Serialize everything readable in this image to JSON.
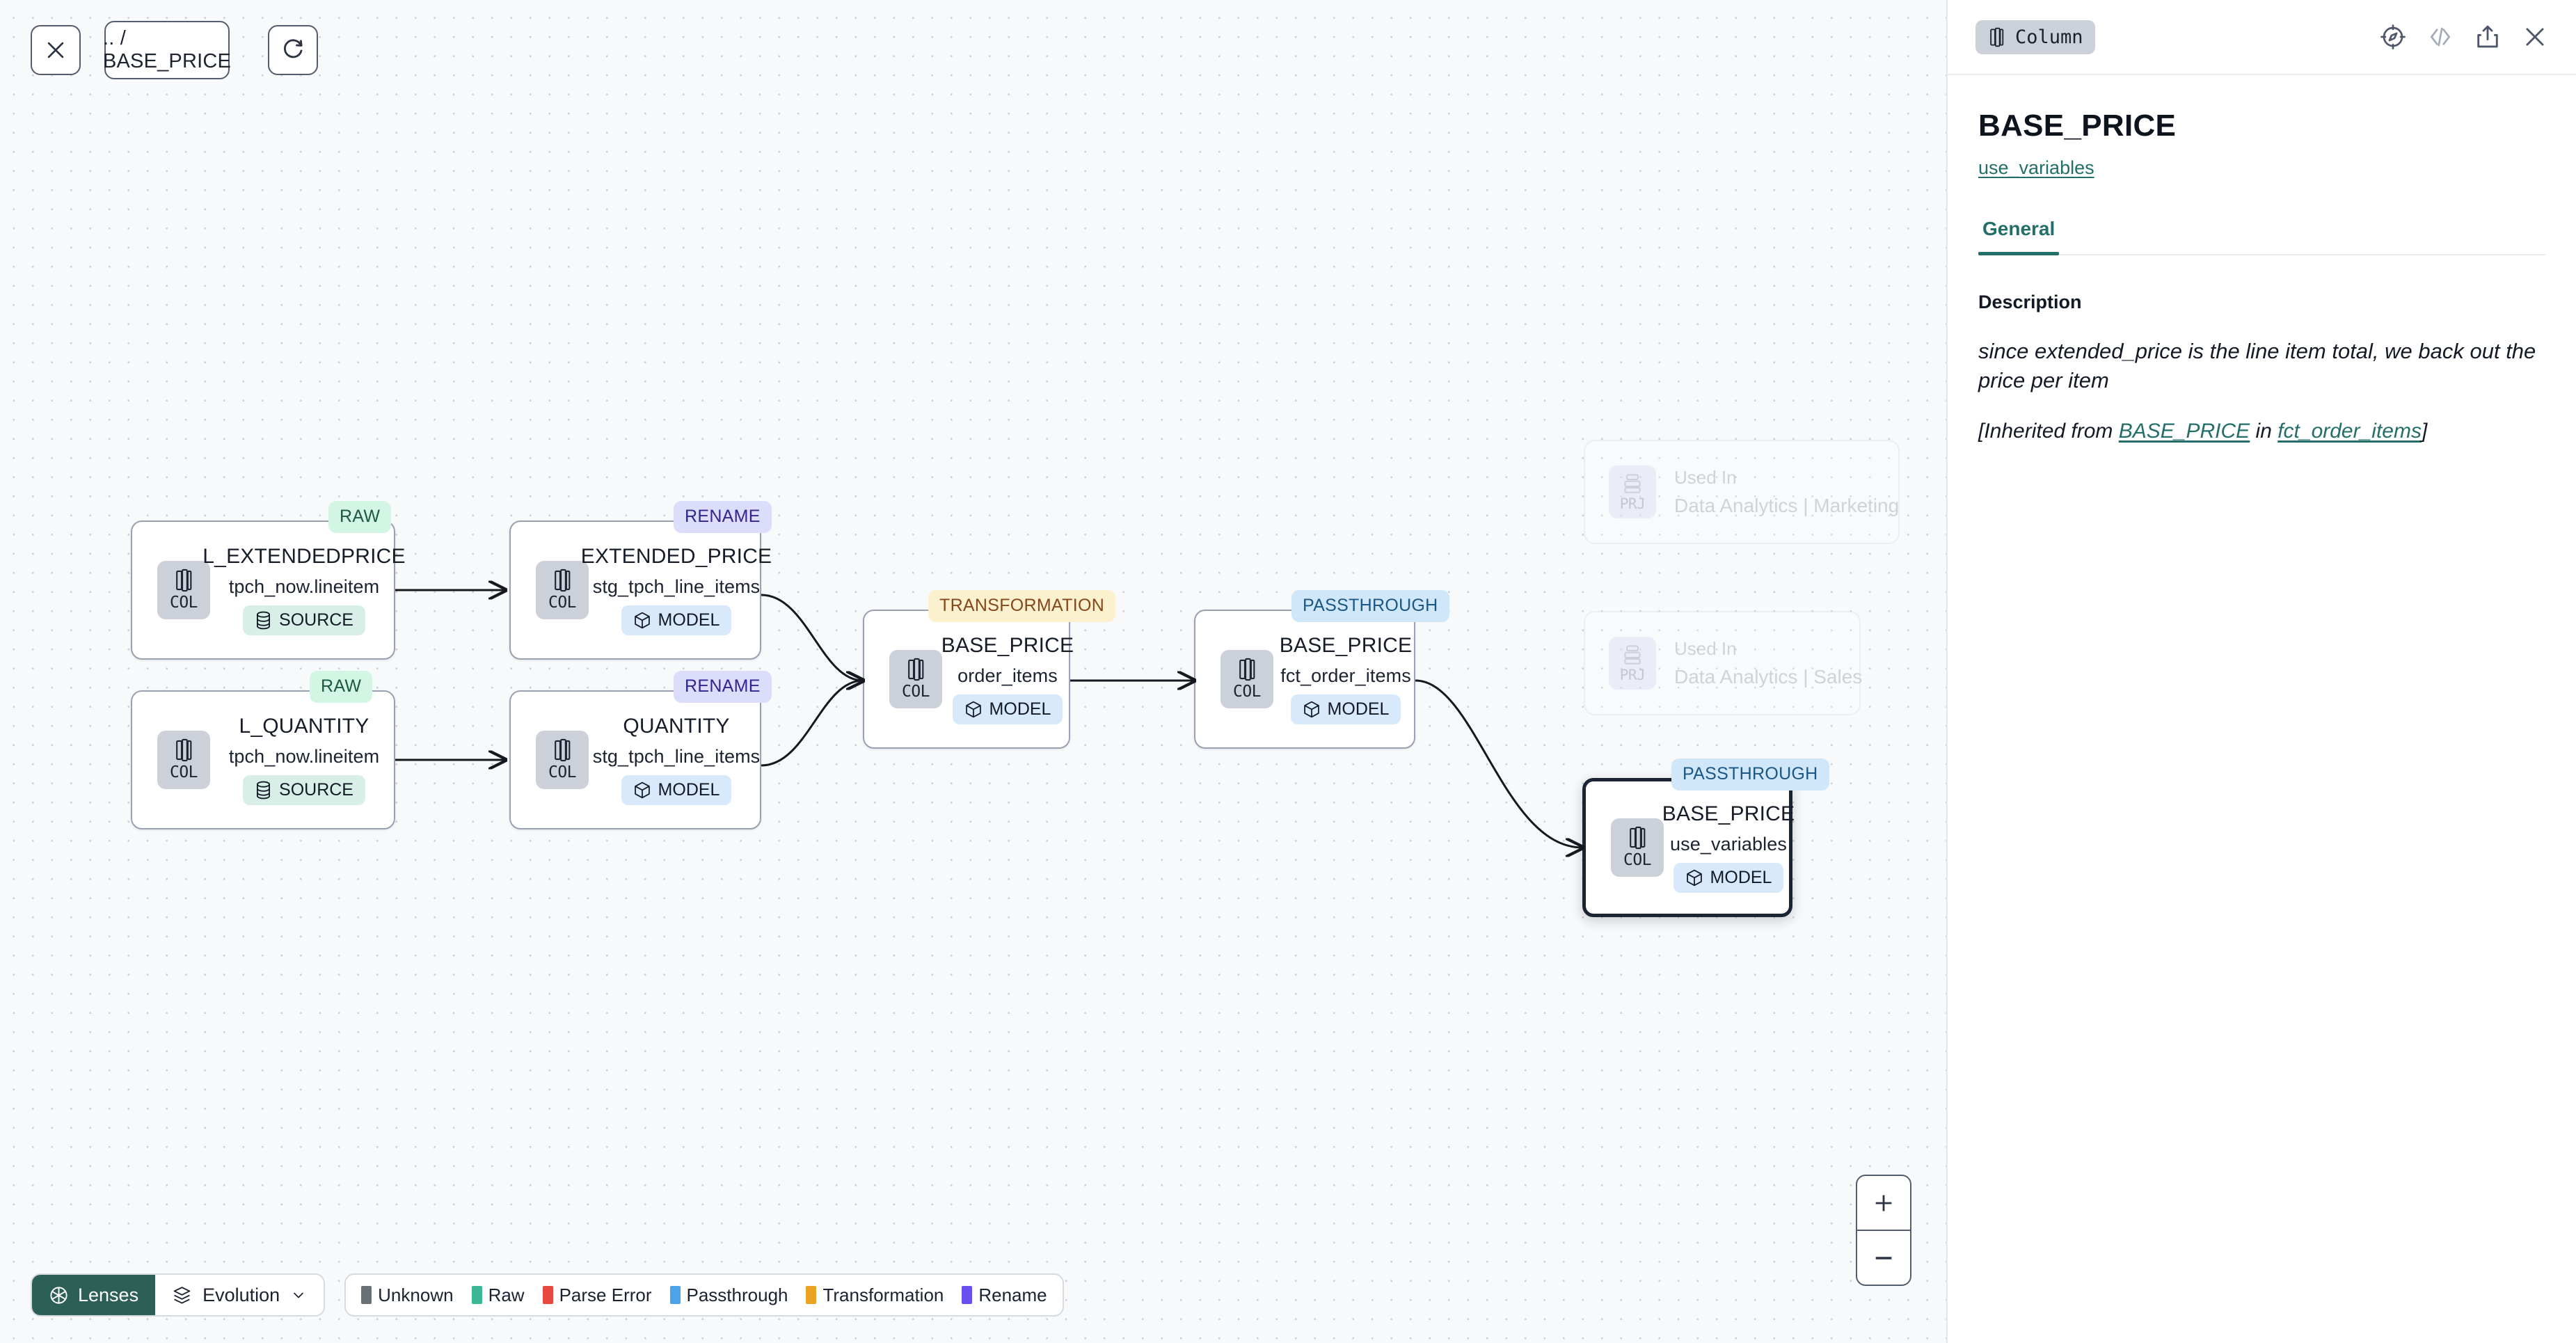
{
  "toolbar": {
    "close_icon": "close-icon",
    "breadcrumb": ".. / BASE_PRICE",
    "refresh_icon": "refresh-icon"
  },
  "canvas": {
    "nodes": [
      {
        "id": "l_extendedprice",
        "title": "L_EXTENDEDPRICE",
        "subtitle": "tpch_now.lineitem",
        "chip": "COL",
        "kind": "SOURCE",
        "kind_icon": "database-icon",
        "type_tag": "RAW",
        "selected": false
      },
      {
        "id": "l_quantity",
        "title": "L_QUANTITY",
        "subtitle": "tpch_now.lineitem",
        "chip": "COL",
        "kind": "SOURCE",
        "kind_icon": "database-icon",
        "type_tag": "RAW",
        "selected": false
      },
      {
        "id": "extended_price",
        "title": "EXTENDED_PRICE",
        "subtitle": "stg_tpch_line_items",
        "chip": "COL",
        "kind": "MODEL",
        "kind_icon": "cube-icon",
        "type_tag": "RENAME",
        "selected": false
      },
      {
        "id": "quantity",
        "title": "QUANTITY",
        "subtitle": "stg_tpch_line_items",
        "chip": "COL",
        "kind": "MODEL",
        "kind_icon": "cube-icon",
        "type_tag": "RENAME",
        "selected": false
      },
      {
        "id": "base_price_order_items",
        "title": "BASE_PRICE",
        "subtitle": "order_items",
        "chip": "COL",
        "kind": "MODEL",
        "kind_icon": "cube-icon",
        "type_tag": "TRANSFORMATION",
        "selected": false
      },
      {
        "id": "base_price_fct_order_items",
        "title": "BASE_PRICE",
        "subtitle": "fct_order_items",
        "chip": "COL",
        "kind": "MODEL",
        "kind_icon": "cube-icon",
        "type_tag": "PASSTHROUGH",
        "selected": false
      },
      {
        "id": "base_price_use_variables",
        "title": "BASE_PRICE",
        "subtitle": "use_variables",
        "chip": "COL",
        "kind": "MODEL",
        "kind_icon": "cube-icon",
        "type_tag": "PASSTHROUGH",
        "selected": true
      }
    ],
    "used_in_cards": [
      {
        "id": "used-marketing",
        "chip": "PRJ",
        "label": "Used In",
        "value": "Data Analytics | Marketing"
      },
      {
        "id": "used-sales",
        "chip": "PRJ",
        "label": "Used In",
        "value": "Data Analytics | Sales"
      }
    ],
    "zoom": {
      "in_label": "+",
      "out_label": "−"
    }
  },
  "bottom": {
    "lenses_label": "Lenses",
    "lenses_icon": "aperture-icon",
    "evolution_label": "Evolution",
    "evolution_icon": "layers-icon",
    "evolution_caret": "chevron-down-icon",
    "legend": [
      {
        "label": "Unknown",
        "color": "#6b6f76"
      },
      {
        "label": "Raw",
        "color": "#3cb795"
      },
      {
        "label": "Parse Error",
        "color": "#e8483f"
      },
      {
        "label": "Passthrough",
        "color": "#4da3e8"
      },
      {
        "label": "Transformation",
        "color": "#eaa325"
      },
      {
        "label": "Rename",
        "color": "#6a50f0"
      }
    ]
  },
  "panel": {
    "entity_chip": "Column",
    "entity_icon": "column-icon",
    "icons": {
      "explore": "compass-icon",
      "code": "code-icon",
      "share": "share-icon",
      "close": "close-icon"
    },
    "title": "BASE_PRICE",
    "sublink": "use_variables",
    "tabs": [
      {
        "label": "General",
        "active": true
      }
    ],
    "description_label": "Description",
    "description_text": "since extended_price is the line item total, we back out the price per item",
    "inherited": {
      "prefix": "[Inherited from ",
      "link1": "BASE_PRICE",
      "middle": " in ",
      "link2": "fct_order_items",
      "suffix": "]"
    }
  },
  "colors": {
    "accent": "#236e68",
    "lenses_bg": "#2c5f55",
    "canvas_bg": "#f7f9fb"
  }
}
